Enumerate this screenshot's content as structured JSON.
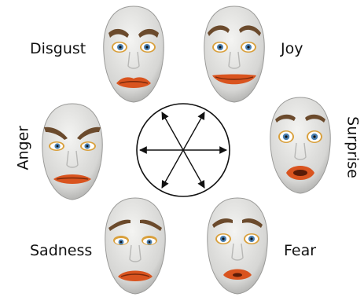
{
  "emotions": {
    "disgust": "Disgust",
    "joy": "Joy",
    "anger": "Anger",
    "surprise": "Surprise",
    "sadness": "Sadness",
    "fear": "Fear"
  },
  "colors": {
    "skin": "#e2e2e0",
    "skin_shadow": "#b8b8b6",
    "brow": "#6b4a2c",
    "lips": "#d9541f",
    "iris": "#4a7fb0",
    "eye_rim": "#d9a03c"
  }
}
